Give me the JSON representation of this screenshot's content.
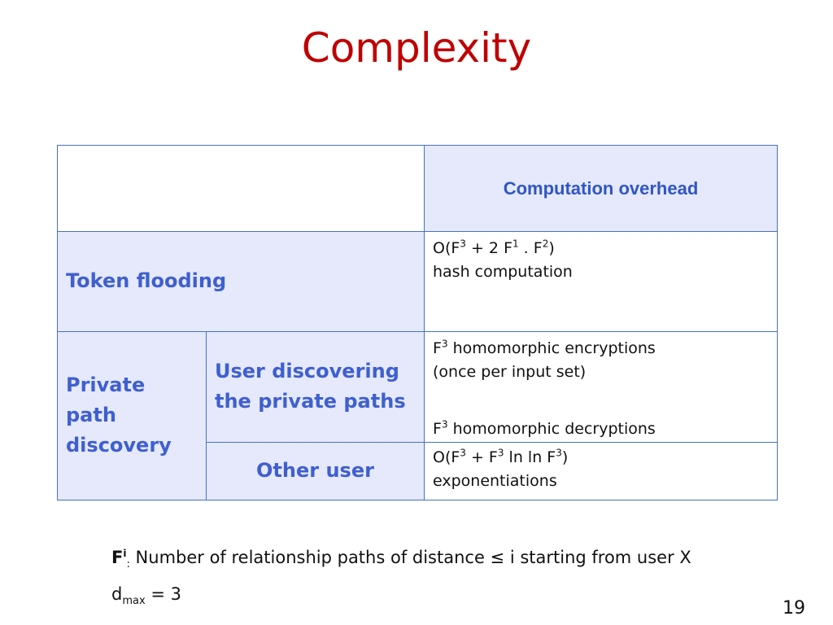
{
  "title": "Complexity",
  "table": {
    "header": "Computation overhead",
    "rows": {
      "token_flooding": {
        "label": "Token flooding",
        "value": {
          "line1_prefix": "O(F",
          "sup1": "3",
          "line1_mid1": " + 2 F",
          "sup2": "1",
          "line1_mid2": " . F",
          "sup3": "2",
          "line1_suffix": ")",
          "line2": "hash computation"
        }
      },
      "private_path": {
        "label_line1": "Private path",
        "label_line2": "discovery",
        "user_discovering": {
          "label_line1": "User discovering",
          "label_line2": "the private paths",
          "line1_f": "F",
          "line1_sup": "3",
          "line1_text": " homomorphic encryptions",
          "line2": "(once per input set)",
          "line3_f": "F",
          "line3_sup": "3",
          "line3_text": " homomorphic decryptions"
        },
        "other_user": {
          "label": "Other user",
          "line1_prefix": "O(F",
          "sup1": "3",
          "line1_mid": " + F",
          "sup2": "3",
          "line1_mid2": " ln ln F",
          "sup3": "3",
          "line1_suffix": ")",
          "line2": "exponentiations"
        }
      }
    }
  },
  "notes": {
    "fi_symbol": "F",
    "fi_sup": "i",
    "fi_sub": ":",
    "fi_text": " Number of relationship paths of distance ≤ i starting from user X",
    "dmax_d": "d",
    "dmax_sub": "max",
    "dmax_text": " = 3"
  },
  "page_number": "19"
}
